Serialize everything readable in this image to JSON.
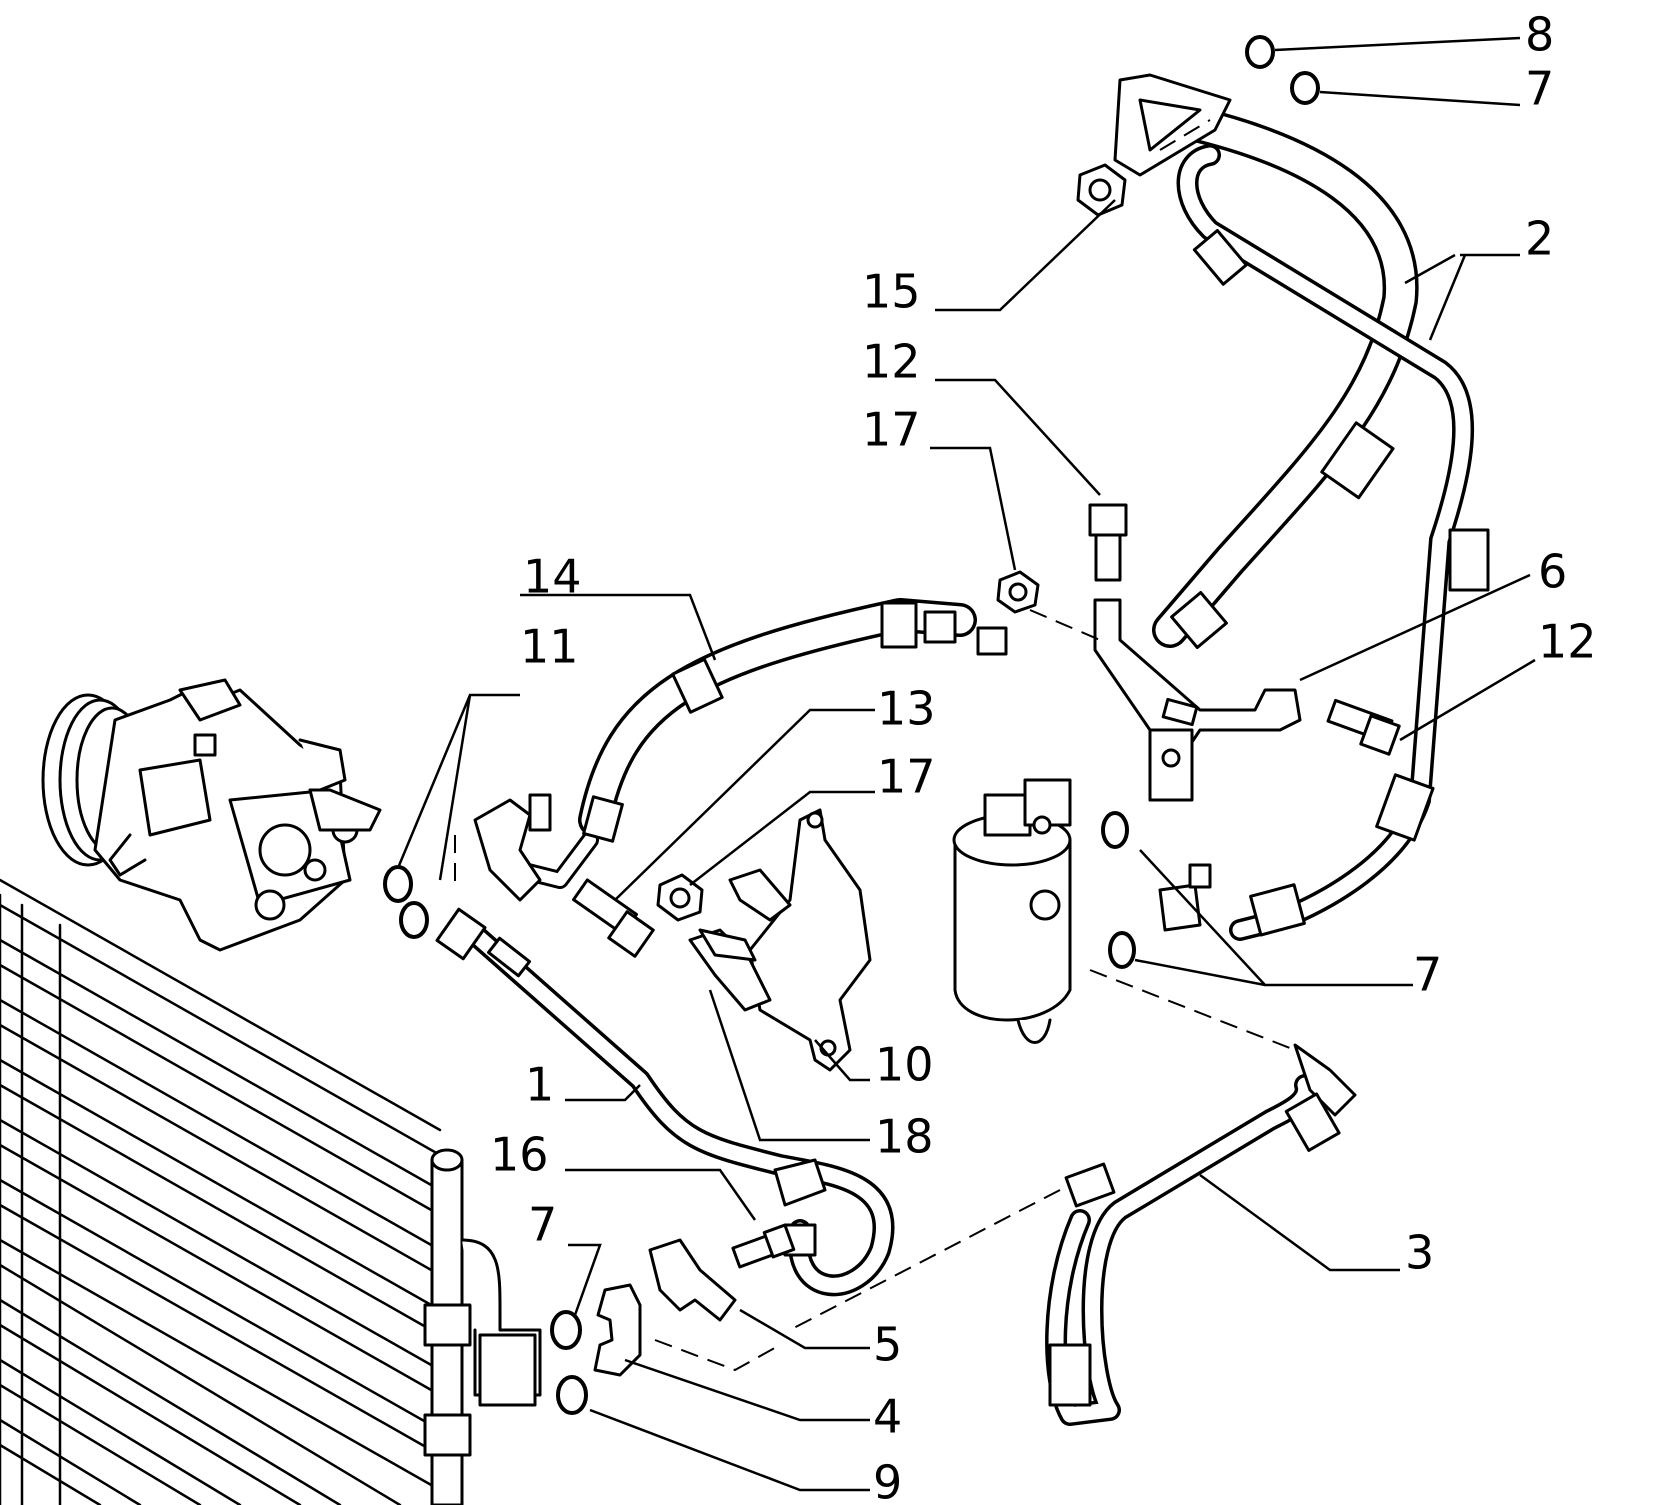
{
  "callouts": {
    "c1": "1",
    "c2": "2",
    "c3": "3",
    "c4": "4",
    "c5": "5",
    "c6": "6",
    "c7_top": "7",
    "c7_right": "7",
    "c7_left": "7",
    "c8": "8",
    "c9": "9",
    "c10": "10",
    "c11": "11",
    "c12_upper": "12",
    "c12_right": "12",
    "c13": "13",
    "c14": "14",
    "c15": "15",
    "c16": "16",
    "c17_upper": "17",
    "c17_lower": "17",
    "c18": "18"
  }
}
